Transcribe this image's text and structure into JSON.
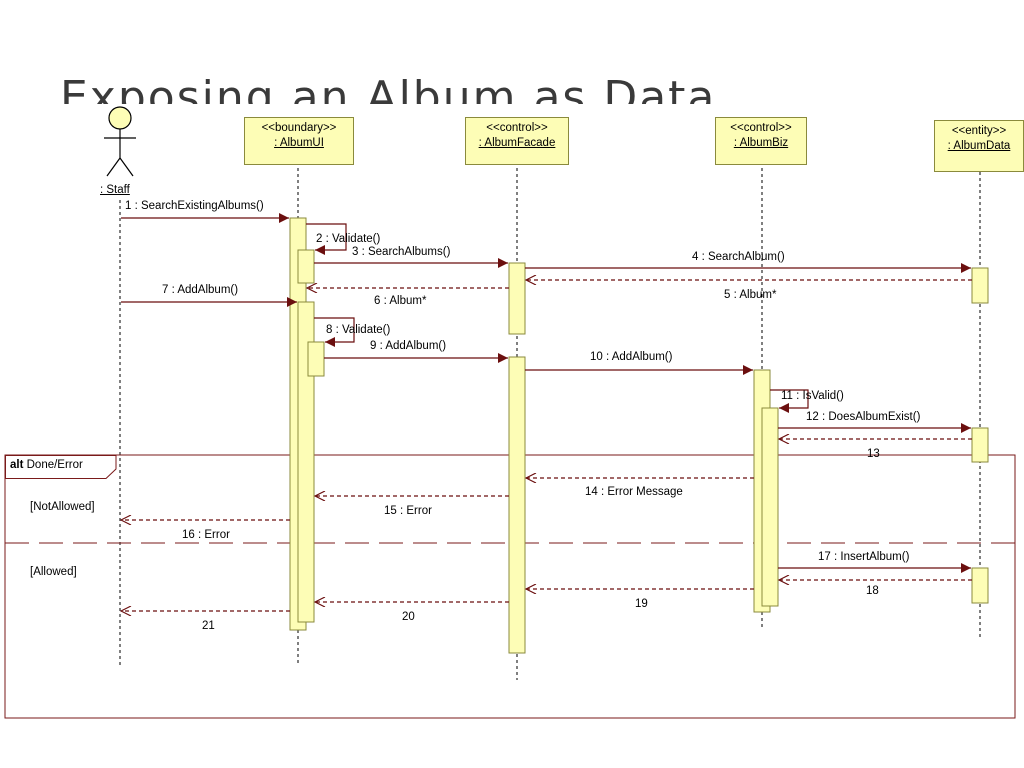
{
  "title_fragment": "Exposing an Album as Data Flow",
  "actor": {
    "name": ": Staff"
  },
  "lifelines": [
    {
      "id": "albumui",
      "stereotype": "<<boundary>>",
      "name": ": AlbumUI"
    },
    {
      "id": "albumfacade",
      "stereotype": "<<control>>",
      "name": ": AlbumFacade"
    },
    {
      "id": "albumbiz",
      "stereotype": "<<control>>",
      "name": ": AlbumBiz"
    },
    {
      "id": "albumdata",
      "stereotype": "<<entity>>",
      "name": ": AlbumData"
    }
  ],
  "messages": [
    {
      "label": "1 : SearchExistingAlbums()",
      "from": "Staff",
      "to": "AlbumUI",
      "kind": "call"
    },
    {
      "label": "2 : Validate()",
      "from": "AlbumUI",
      "to": "AlbumUI",
      "kind": "self"
    },
    {
      "label": "3 : SearchAlbums()",
      "from": "AlbumUI",
      "to": "AlbumFacade",
      "kind": "call"
    },
    {
      "label": "4 : SearchAlbum()",
      "from": "AlbumFacade",
      "to": "AlbumData",
      "kind": "call"
    },
    {
      "label": "5 : Album*",
      "from": "AlbumData",
      "to": "AlbumFacade",
      "kind": "return"
    },
    {
      "label": "6 : Album*",
      "from": "AlbumFacade",
      "to": "AlbumUI",
      "kind": "return"
    },
    {
      "label": "7 : AddAlbum()",
      "from": "Staff",
      "to": "AlbumUI",
      "kind": "call"
    },
    {
      "label": "8 : Validate()",
      "from": "AlbumUI",
      "to": "AlbumUI",
      "kind": "self"
    },
    {
      "label": "9 : AddAlbum()",
      "from": "AlbumUI",
      "to": "AlbumFacade",
      "kind": "call"
    },
    {
      "label": "10 : AddAlbum()",
      "from": "AlbumFacade",
      "to": "AlbumBiz",
      "kind": "call"
    },
    {
      "label": "11 : IsValid()",
      "from": "AlbumBiz",
      "to": "AlbumBiz",
      "kind": "self"
    },
    {
      "label": "12 : DoesAlbumExist()",
      "from": "AlbumBiz",
      "to": "AlbumData",
      "kind": "call"
    },
    {
      "label": "13",
      "from": "AlbumData",
      "to": "AlbumBiz",
      "kind": "return"
    },
    {
      "label": "14 : Error Message",
      "from": "AlbumBiz",
      "to": "AlbumFacade",
      "kind": "return"
    },
    {
      "label": "15 : Error",
      "from": "AlbumFacade",
      "to": "AlbumUI",
      "kind": "return"
    },
    {
      "label": "16 : Error",
      "from": "AlbumUI",
      "to": "Staff",
      "kind": "return"
    },
    {
      "label": "17 : InsertAlbum()",
      "from": "AlbumBiz",
      "to": "AlbumData",
      "kind": "call"
    },
    {
      "label": "18",
      "from": "AlbumData",
      "to": "AlbumBiz",
      "kind": "return"
    },
    {
      "label": "19",
      "from": "AlbumBiz",
      "to": "AlbumFacade",
      "kind": "return"
    },
    {
      "label": "20",
      "from": "AlbumFacade",
      "to": "AlbumUI",
      "kind": "return"
    },
    {
      "label": "21",
      "from": "AlbumUI",
      "to": "Staff",
      "kind": "return"
    }
  ],
  "fragment": {
    "operator": "alt",
    "name": "Done/Error",
    "guards": [
      "[NotAllowed]",
      "[Allowed]"
    ]
  },
  "colors": {
    "arrow": "#6b0f0f",
    "activation_fill": "#fdfdb6",
    "activation_border": "#8a8a3c",
    "fragment_border": "#7a1a1a"
  }
}
